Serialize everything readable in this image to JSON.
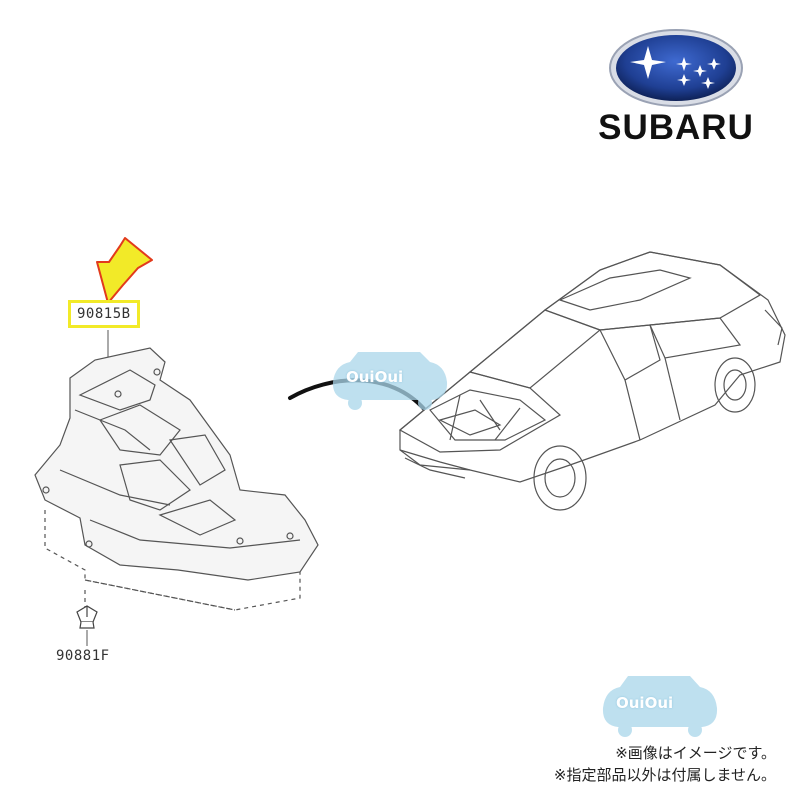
{
  "brand": {
    "wordmark": "SUBARU",
    "logo_icon": "subaru-stars-logo"
  },
  "parts": {
    "highlighted_part": "90815B",
    "secondary_part": "90881F"
  },
  "watermark": {
    "text": "OuiOui"
  },
  "disclaimer": {
    "line1": "※画像はイメージです。",
    "line2": "※指定部品以外は付属しません。"
  },
  "colors": {
    "highlight_frame": "#f2ea28",
    "arrow_fill": "#f2ea28",
    "arrow_stroke": "#e23a1c",
    "logo_blue": "#1f3f93",
    "watermark": "#a9d6ea"
  }
}
